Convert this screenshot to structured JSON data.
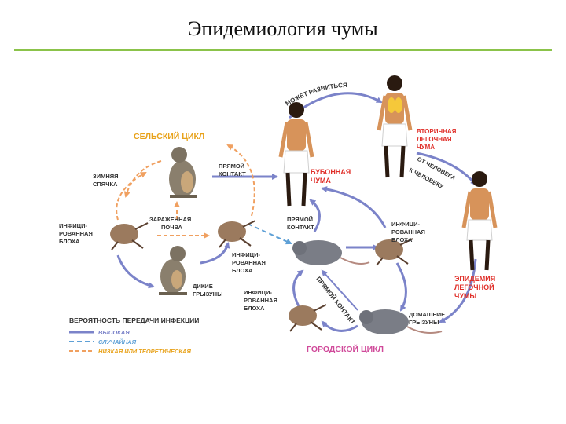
{
  "slide": {
    "title": "Эпидемиология чумы"
  },
  "diagram": {
    "cycles": {
      "rural": "СЕЛЬСКИЙ ЦИКЛ",
      "urban": "ГОРОДСКОЙ ЦИКЛ"
    },
    "labels": {
      "hibernation": [
        "ЗИМНЯЯ",
        "СПЯЧКА"
      ],
      "direct_contact_1": [
        "ПРЯМОЙ",
        "КОНТАКТ"
      ],
      "contaminated_soil": [
        "ЗАРАЖЕННАЯ",
        "ПОЧВА"
      ],
      "infected_flea_left": [
        "ИНФИЦИ-",
        "РОВАННАЯ",
        "БЛОХА"
      ],
      "wild_rodents": [
        "ДИКИЕ",
        "ГРЫЗУНЫ"
      ],
      "infected_flea_center": [
        "ИНФИЦИ-",
        "РОВАННАЯ",
        "БЛОХА"
      ],
      "direct_contact_2": [
        "ПРЯМОЙ",
        "КОНТАКТ"
      ],
      "infected_flea_bottom": [
        "ИНФИЦИ-",
        "РОВАННАЯ",
        "БЛОХА"
      ],
      "direct_contact_3": "ПРЯМОЙ КОНТАКТ",
      "infected_flea_right": [
        "ИНФИЦИ-",
        "РОВАННАЯ",
        "БЛОХА"
      ],
      "domestic_rodents": [
        "ДОМАШНИЕ",
        "ГРЫЗУНЫ"
      ],
      "may_develop": "МОЖЕТ РАЗВИТЬСЯ",
      "bubonic_plague": [
        "БУБОННАЯ",
        "ЧУМА"
      ],
      "secondary_pneumonic": [
        "ВТОРИЧНАЯ",
        "ЛЕГОЧНАЯ",
        "ЧУМА"
      ],
      "person_to_person_1": "ОТ ЧЕЛОВЕКА",
      "person_to_person_2": "К ЧЕЛОВЕКУ",
      "pneumonic_epidemic": [
        "ЭПИДЕМИЯ",
        "ЛЕГОЧНОЙ",
        "ЧУМЫ"
      ]
    },
    "legend": {
      "title": "ВЕРОЯТНОСТЬ ПЕРЕДАЧИ ИНФЕКЦИИ",
      "items": [
        {
          "label": "ВЫСОКАЯ",
          "color": "#7b83c9"
        },
        {
          "label": "СЛУЧАЙНАЯ",
          "color": "#5ea0d6"
        },
        {
          "label": "НИЗКАЯ ИЛИ ТЕОРЕТИЧЕСКАЯ",
          "color": "#f0a060"
        }
      ]
    },
    "colors": {
      "cycle_orange": "#e8a21a",
      "cycle_pink": "#d04a9a",
      "plague_red": "#e0302a",
      "label_dark": "#333333",
      "high": "#7b83c9",
      "occasional": "#5ea0d6",
      "low": "#f0a060"
    }
  }
}
